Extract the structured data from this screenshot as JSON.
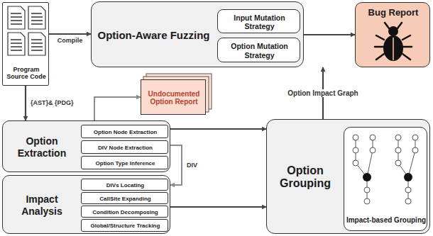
{
  "diagram": {
    "nodes": [
      {
        "text": [
          "Program Source Code"
        ]
      },
      {
        "text": [
          "Option-Aware Fuzzing"
        ]
      },
      {
        "text": [
          "Input Mutation Strategy"
        ],
        "in": 1
      },
      {
        "text": [
          "Option Mutation Strategy"
        ],
        "in": 1
      },
      {
        "text": [
          "Bug Report"
        ]
      },
      {
        "text": [
          "Undocumented Option Report"
        ]
      },
      {
        "text": [
          "Option Extraction"
        ]
      },
      {
        "text": [
          "Option Node Extraction"
        ],
        "in": 6
      },
      {
        "text": [
          "DIV Node Extraction"
        ],
        "in": 6
      },
      {
        "text": [
          "Option Type Inference"
        ],
        "in": 6
      },
      {
        "text": [
          "Impact Analysis"
        ]
      },
      {
        "text": [
          "DIVs Locating"
        ],
        "in": 10
      },
      {
        "text": [
          "CallSite Expanding"
        ],
        "in": 10
      },
      {
        "text": [
          "Condition Decomposing"
        ],
        "in": 10
      },
      {
        "text": [
          "Global/Structure Tracking"
        ],
        "in": 10
      },
      {
        "text": [
          "Option Grouping"
        ]
      },
      {
        "text": [
          "Impact-based Grouping"
        ],
        "in": 15
      }
    ],
    "edges": [
      {
        "from": 0,
        "to": 1,
        "label": "Compile",
        "arrow": "to"
      },
      {
        "from": 1,
        "to": 4,
        "arrow": "to"
      },
      {
        "from": 0,
        "to": 6,
        "label": "{AST}& {PDG}",
        "arrow": "to"
      },
      {
        "from": 6,
        "to": 5,
        "arrow": "to"
      },
      {
        "from": 6,
        "to": 10,
        "label": "DIV",
        "arrow": "to"
      },
      {
        "from": 6,
        "to": 15,
        "arrow": "to"
      },
      {
        "from": 10,
        "to": 15,
        "arrow": "to"
      },
      {
        "from": 15,
        "to": 1,
        "label": "Option Impact Graph",
        "arrow": "to"
      }
    ]
  }
}
